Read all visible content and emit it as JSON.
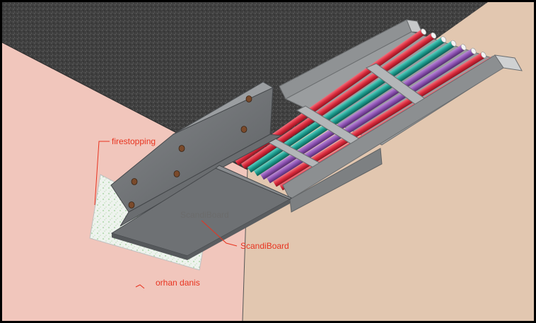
{
  "labels": {
    "firestopping": "firestopping",
    "board_surface": "ScandiBoard",
    "board_callout": "ScandiBoard",
    "author": "orhan danis"
  },
  "colors": {
    "label_red": "#e8331f",
    "label_grey": "#6b6b6b",
    "wall_left": "#f1c6bc",
    "wall_right": "#e2c7b0",
    "ceiling": "#4a4a4a",
    "board": "#6f7275",
    "tray_steel": "#a9acae",
    "cable_red": "#d8283a",
    "cable_teal": "#1b9a8c",
    "cable_purple": "#8a4fb0"
  },
  "cables": [
    {
      "color": "cable_red"
    },
    {
      "color": "cable_red"
    },
    {
      "color": "cable_teal"
    },
    {
      "color": "cable_teal"
    },
    {
      "color": "cable_purple"
    },
    {
      "color": "cable_purple"
    },
    {
      "color": "cable_red"
    },
    {
      "color": "cable_red"
    }
  ]
}
